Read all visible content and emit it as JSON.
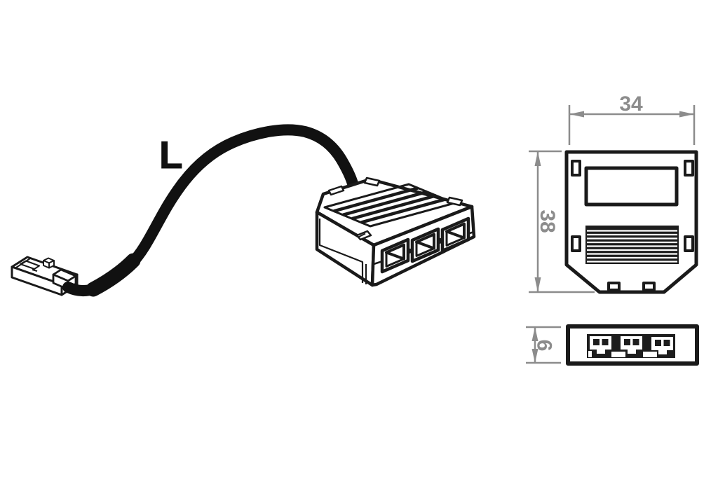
{
  "diagram": {
    "cable": {
      "label": "L"
    },
    "views": {
      "front": {
        "width_label": "34",
        "height_label": "38"
      },
      "side": {
        "height_label": "9"
      }
    },
    "colors": {
      "line": "#1a1a1a",
      "dimension": "#8c8c8c",
      "background": "#ffffff"
    }
  }
}
